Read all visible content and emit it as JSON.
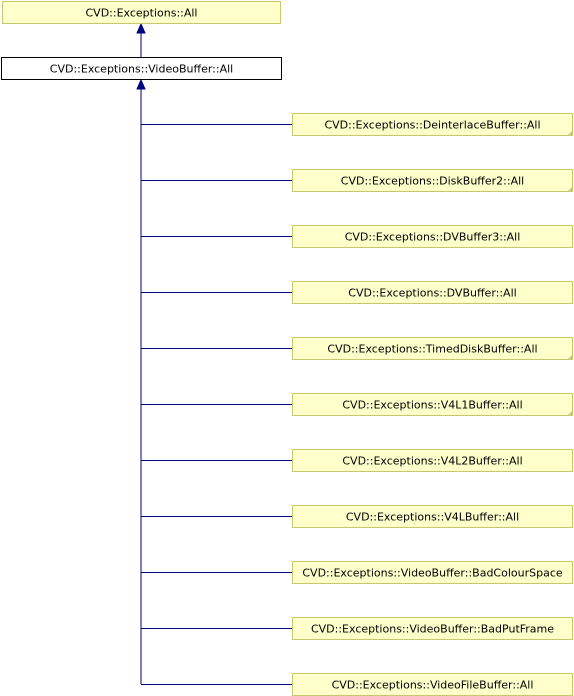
{
  "colors": {
    "node_fill": "#ffffcc",
    "node_border": "#c7c76c",
    "focus_fill": "#ffffff",
    "focus_border": "#000000",
    "edge": "#000080",
    "text": "#000000"
  },
  "diagram": {
    "base": {
      "label": "CVD::Exceptions::All"
    },
    "focus": {
      "label": "CVD::Exceptions::VideoBuffer::All"
    },
    "children": [
      {
        "label": "CVD::Exceptions::DeinterlaceBuffer::All",
        "truncated": true
      },
      {
        "label": "CVD::Exceptions::DiskBuffer2::All",
        "truncated": true
      },
      {
        "label": "CVD::Exceptions::DVBuffer3::All",
        "truncated": false
      },
      {
        "label": "CVD::Exceptions::DVBuffer::All",
        "truncated": false
      },
      {
        "label": "CVD::Exceptions::TimedDiskBuffer::All",
        "truncated": true
      },
      {
        "label": "CVD::Exceptions::V4L1Buffer::All",
        "truncated": true
      },
      {
        "label": "CVD::Exceptions::V4L2Buffer::All",
        "truncated": false
      },
      {
        "label": "CVD::Exceptions::V4LBuffer::All",
        "truncated": false
      },
      {
        "label": "CVD::Exceptions::VideoBuffer::BadColourSpace",
        "truncated": false
      },
      {
        "label": "CVD::Exceptions::VideoBuffer::BadPutFrame",
        "truncated": false
      },
      {
        "label": "CVD::Exceptions::VideoFileBuffer::All",
        "truncated": false
      }
    ]
  }
}
